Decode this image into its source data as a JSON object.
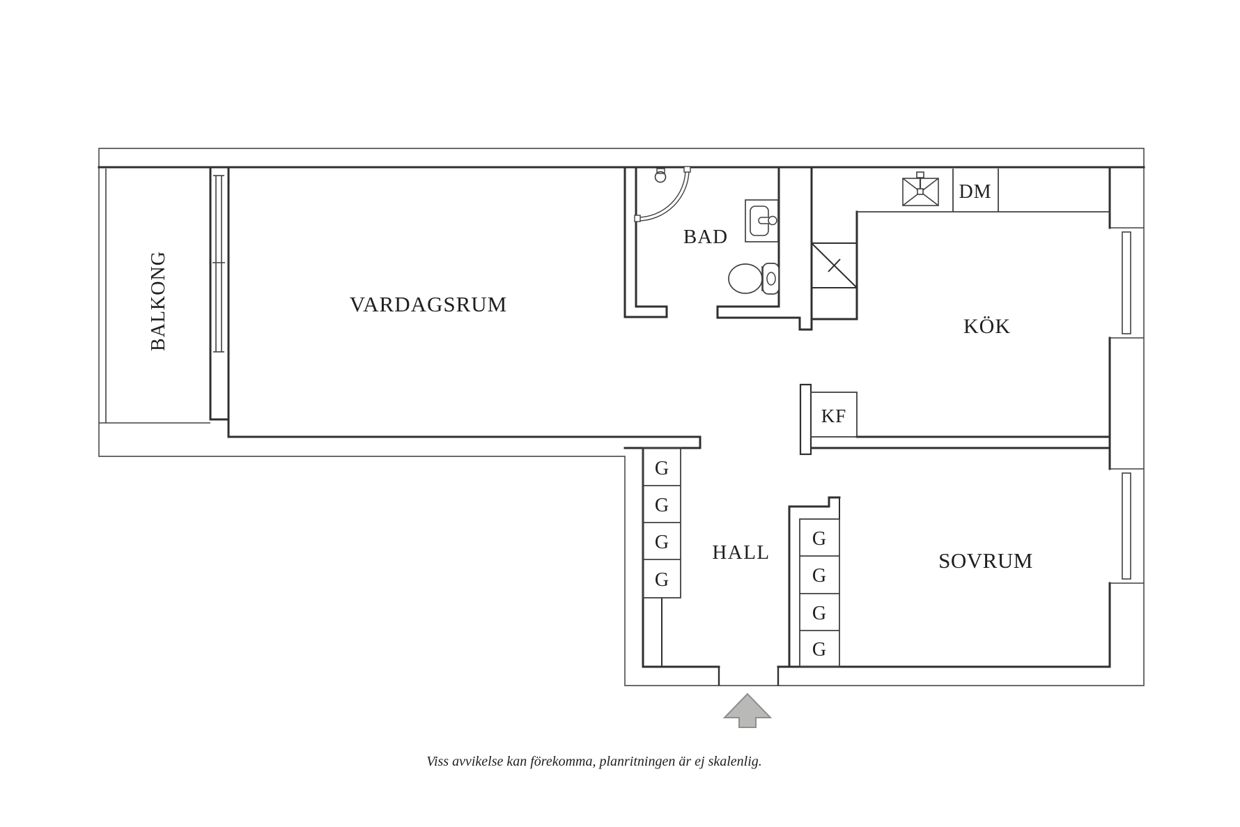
{
  "plan_type": "apartment-floor-plan",
  "colors": {
    "background": "#ffffff",
    "wall": "#2f2f2f",
    "contour": "#555555",
    "fixture": "#3f3f3f",
    "text": "#1e1e1e",
    "arrow_fill": "#b9b9b7",
    "arrow_stroke": "#8e8e8c"
  },
  "rooms": {
    "balkong": {
      "label": "BALKONG"
    },
    "vardagsrum": {
      "label": "VARDAGSRUM"
    },
    "bad": {
      "label": "BAD"
    },
    "kok": {
      "label": "KÖK"
    },
    "hall": {
      "label": "HALL"
    },
    "sovrum": {
      "label": "SOVRUM"
    }
  },
  "appliances": {
    "dm": {
      "label": "DM"
    },
    "kf": {
      "label": "KF"
    }
  },
  "wardrobes": {
    "hall_column": [
      "G",
      "G",
      "G",
      "G"
    ],
    "sovrum_column": [
      "G",
      "G",
      "G",
      "G"
    ]
  },
  "icons": {
    "shower": "shower-icon",
    "toilet": "toilet-icon",
    "washbasin": "washbasin-icon",
    "kitchen_sink": "kitchen-sink-icon",
    "door_swing": "door-swing-icon",
    "window": "window-icon",
    "entrance_arrow": "entrance-arrow-icon"
  },
  "footer": {
    "disclaimer": "Viss avvikelse kan förekomma, planritningen är ej skalenlig."
  }
}
